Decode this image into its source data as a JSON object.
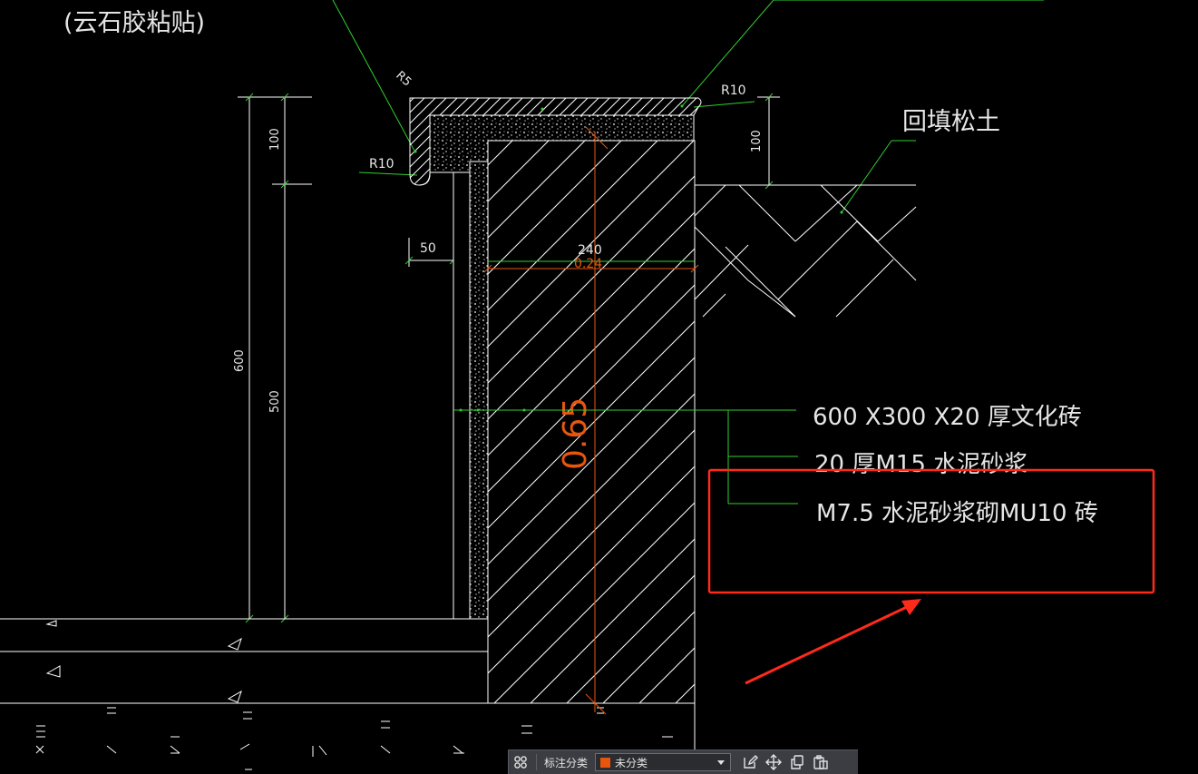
{
  "drawing": {
    "label_top_left": "(云石胶粘贴)",
    "label_backfill": "回填松土",
    "radius_r10_top": "R10",
    "radius_r10_left": "R10",
    "radius_r5": "R5",
    "dim_100_left": "100",
    "dim_600": "600",
    "dim_500": "500",
    "dim_100_right": "100",
    "dim_50": "50",
    "dim_240": "240",
    "dim_024": "0.24",
    "dim_065": "0.65",
    "callout_1": "600   X300   X20  厚文化砖",
    "callout_2": "20  厚M15  水泥砂浆",
    "callout_3": "M7.5   水泥砂浆砌MU10   砖"
  },
  "colors": {
    "background": "#000000",
    "line": "#ffffff",
    "leader": "#2fd12f",
    "measure": "#e8560e",
    "highlight": "#ff2a1a"
  },
  "toolbar": {
    "grid_icon": "grid-icon",
    "category_label": "标注分类",
    "category_value": "未分类",
    "edit_icon": "edit-icon",
    "move_icon": "move-icon",
    "copy_icon": "copy-icon",
    "paste_icon": "paste-icon"
  }
}
